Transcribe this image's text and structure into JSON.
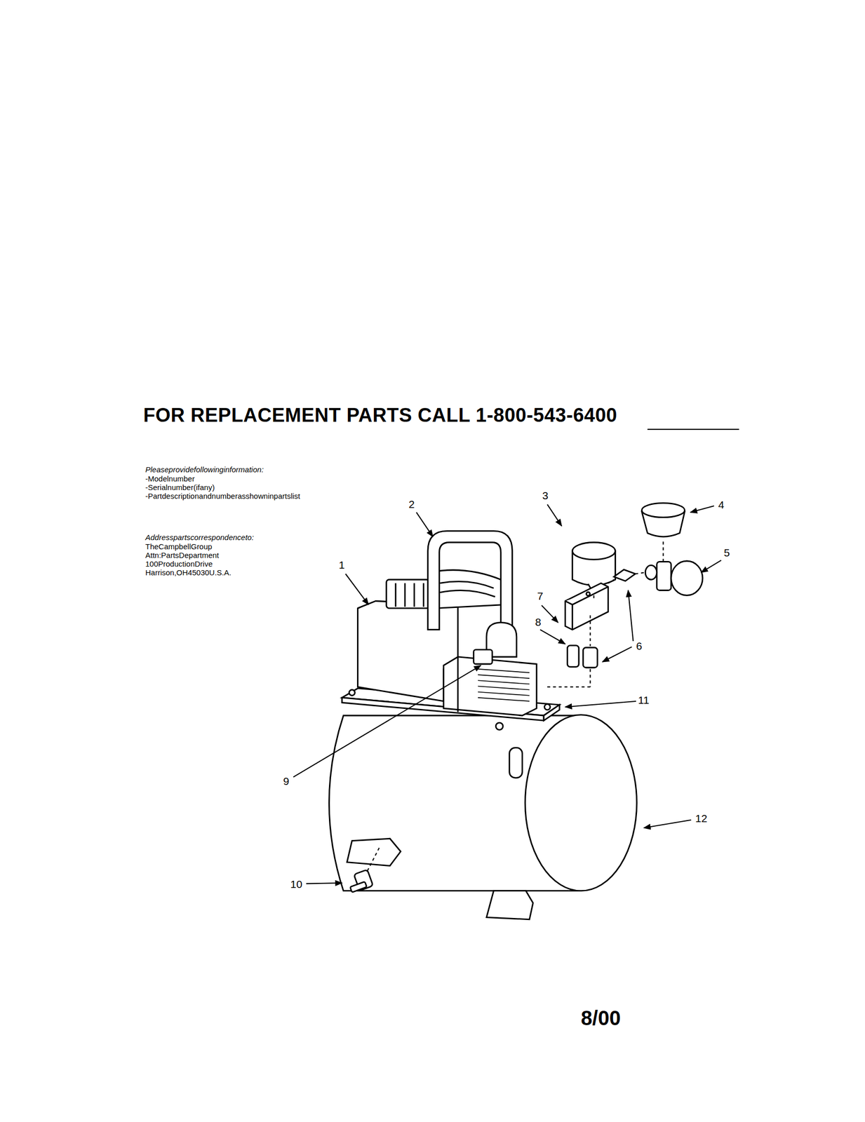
{
  "diagram": {
    "title": "FOR REPLACEMENT PARTS CALL 1-800-543-6400",
    "labels": [
      "Pleaseprovidefollowinginformation:",
      "-Modelnumber",
      "-Serialnumber(ifany)",
      "-Partdescriptionandnumberasshowninpartslist",
      "Addresspartscorrespondenceto:",
      "TheCampbellGroup",
      "Attn:PartsDepartment",
      "100ProductionDrive",
      "Harrison,OH45030U.S.A.",
      "1",
      "2",
      "3",
      "4",
      "5",
      "6",
      "7",
      "8",
      "9",
      "10",
      "11",
      "12",
      "8/00"
    ]
  }
}
